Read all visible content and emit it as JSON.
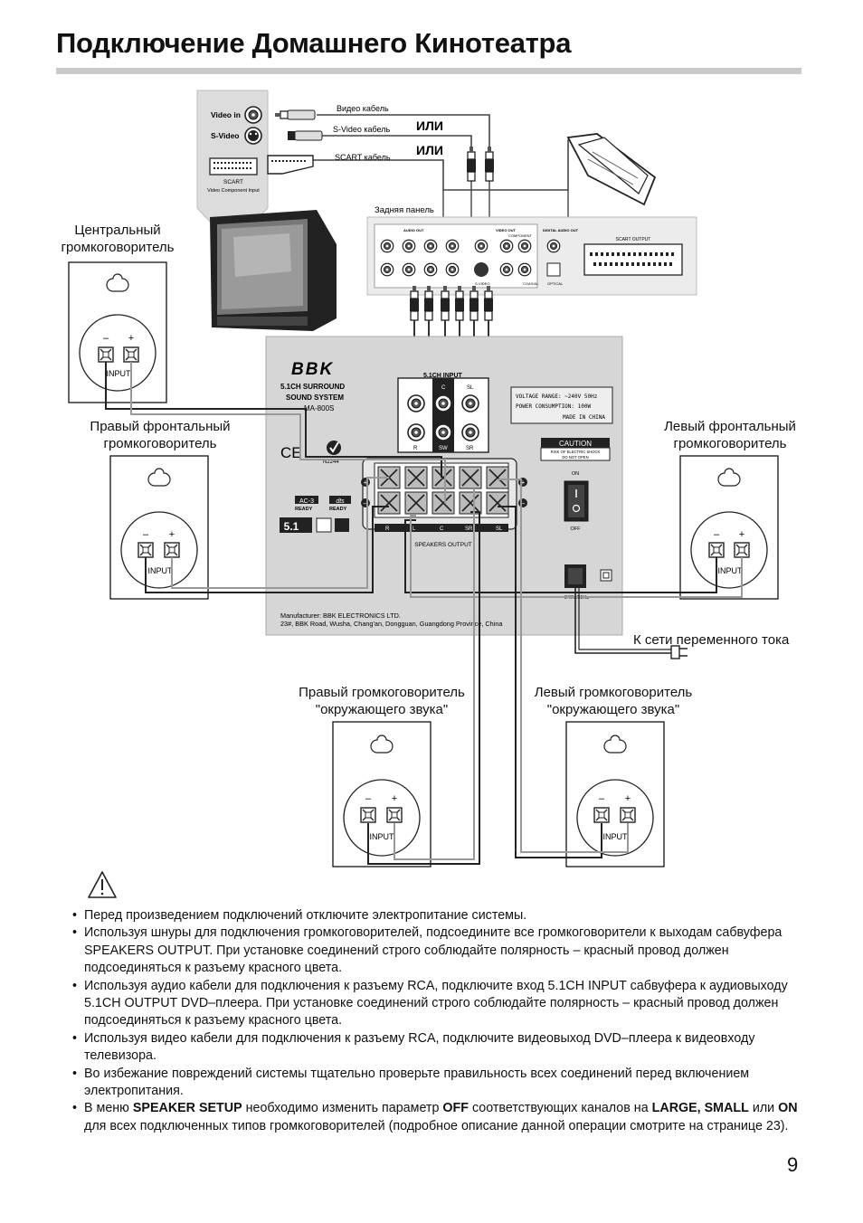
{
  "page": {
    "title": "Подключение Домашнего Кинотеатра",
    "page_number": "9"
  },
  "tv_panel": {
    "video_in": "Video in",
    "s_video": "S-Video",
    "scart": "SCART",
    "scart_sub": "Video Component Input"
  },
  "cables": {
    "video": "Видео кабель",
    "s_video": "S-Video кабель",
    "scart": "SCART кабель",
    "or_1": "ИЛИ",
    "or_2": "ИЛИ"
  },
  "dvd": {
    "rear_panel": "Задняя панель",
    "audio_out": "AUDIO OUT",
    "video_out": "VIDEO OUT",
    "digital_audio_out": "DIGITAL AUDIO OUT",
    "scart_output": "SCART OUTPUT",
    "coaxial": "COAXIAL",
    "optical": "OPTICAL",
    "s_video": "S-VIDEO",
    "component": "COMPONENT"
  },
  "subwoofer": {
    "brand": "BBK",
    "line1": "5.1CH SURROUND",
    "line2": "SOUND SYSTEM",
    "model": "MA-800S",
    "input_label": "5.1CH INPUT",
    "ch_r": "R",
    "ch_sw": "SW",
    "ch_sr": "SR",
    "ch_c": "C",
    "ch_sl": "SL",
    "voltage": "VOLTAGE RANGE:  ~240V 50Hz",
    "power": "POWER CONSUMPTION: 100W",
    "made_in": "MADE IN CHINA",
    "caution": "CAUTION",
    "caution_sub1": "RISK OF ELECTRIC SHOCK",
    "caution_sub2": "DO NOT OPEN",
    "cert": "N2244",
    "ce": "CE",
    "ac3": "AC-3",
    "ac3_ready": "READY",
    "dts": "dts",
    "dts_ready": "READY",
    "ch51": "5.1",
    "speakers_output": "SPEAKERS OUTPUT",
    "out_r": "R",
    "out_l": "L",
    "out_c": "C",
    "out_sr": "SR",
    "out_sl": "SL",
    "on": "ON",
    "off": "OFF",
    "power_rating": "~240V/50Hz",
    "manufacturer": "Manufacturer: BBK ELECTRONICS LTD.",
    "address": "23#, BBK Road, Wusha, Chang'an, Dongguan, Guangdong Province, China"
  },
  "speakers": {
    "center_line1": "Центральный",
    "center_line2": "громкоговоритель",
    "front_right_line1": "Правый фронтальный",
    "front_right_line2": "громкоговоритель",
    "front_left_line1": "Левый фронтальный",
    "front_left_line2": "громкоговоритель",
    "surround_right_line1": "Правый громкоговоритель",
    "surround_right_line2": "\"окружающего звука\"",
    "surround_left_line1": "Левый громкоговоритель",
    "surround_left_line2": "\"окружающего звука\"",
    "input": "INPUT",
    "minus": "–",
    "plus": "+"
  },
  "mains": {
    "label": "К сети переменного тока"
  },
  "notes": [
    {
      "text": "Перед произведением подключений отключите электропитание системы."
    },
    {
      "text": "Используя шнуры для подключения громкоговорителей, подсоедините все громкоговорители к выходам сабвуфера SPEAKERS OUTPUT. При установке соединений строго соблюдайте полярность – красный провод должен подсоединяться к разъему красного цвета."
    },
    {
      "text": "Используя аудио кабели для подключения к разъему RCA, подключите вход 5.1CH INPUT сабвуфера к аудиовыходу 5.1CH OUTPUT DVD–плеера. При установке соединений строго соблюдайте полярность – красный провод должен подсоединяться к разъему красного цвета."
    },
    {
      "text": "Используя видео кабели для подключения к разъему RCA, подключите видеовыход DVD–плеера к видеовходу телевизора."
    },
    {
      "text": "Во избежание повреждений системы тщательно проверьте правильность всех соединений перед включением электропитания."
    }
  ],
  "last_note": {
    "p1": "В меню ",
    "b1": "SPEAKER SETUP",
    "p2": " необходимо изменить параметр ",
    "b2": "OFF",
    "p3": " соответствующих каналов на ",
    "b3": "LARGE, SMALL",
    "p4": " или ",
    "b4": "ON",
    "p5": " для всех подключенных типов громкоговорителей (подробное описание данной операции смотрите на странице 23)."
  }
}
